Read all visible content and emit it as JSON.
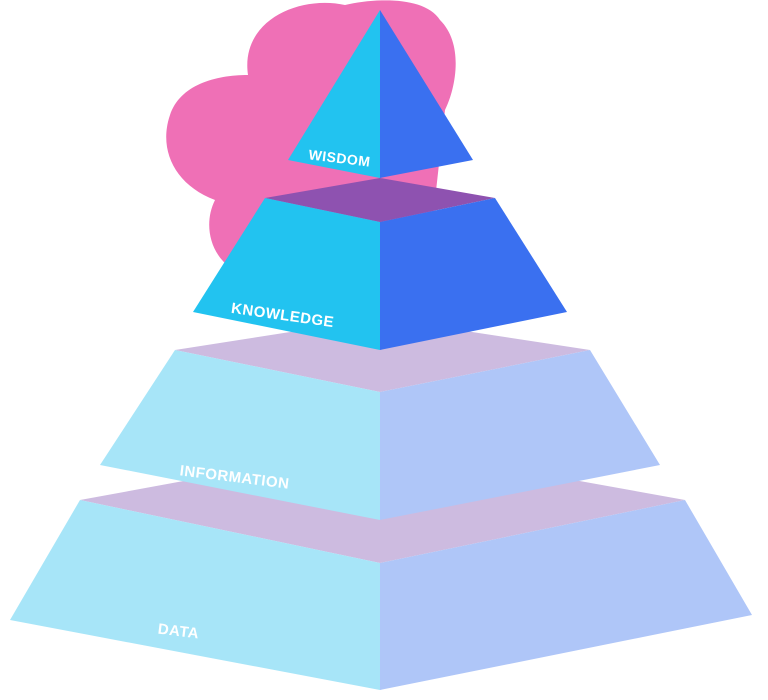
{
  "diagram": {
    "type": "pyramid",
    "levels": [
      {
        "label": "WISDOM"
      },
      {
        "label": "KNOWLEDGE"
      },
      {
        "label": "INFORMATION"
      },
      {
        "label": "DATA"
      }
    ],
    "colors": {
      "background_blob": "#EF70B6",
      "top_front_left": "#22C3F0",
      "top_front_right": "#3A70F0",
      "top_top_face": "#8E52B0",
      "bottom_front_left": "#A7E5F8",
      "bottom_front_right": "#AFC6F8",
      "bottom_top_face": "#CDBBE0"
    }
  }
}
